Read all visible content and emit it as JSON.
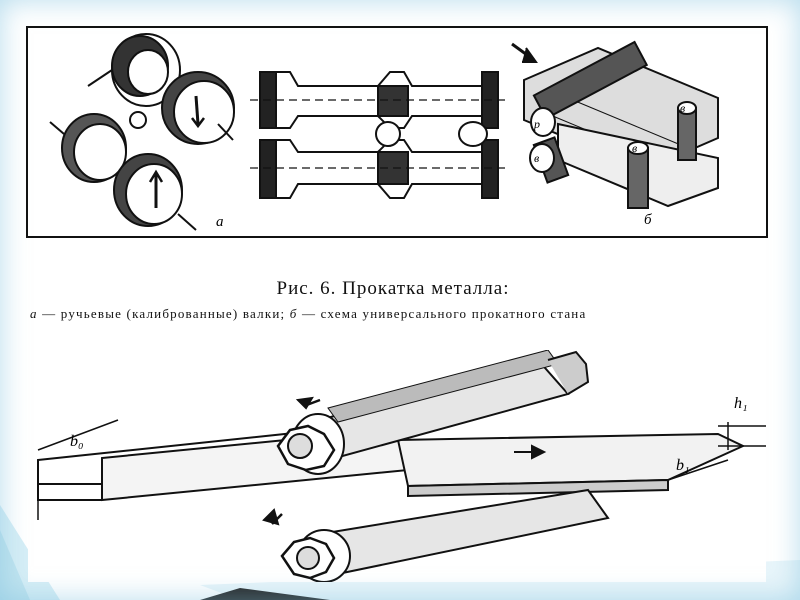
{
  "caption": {
    "title": "Рис. 6. Прокатка металла:",
    "label_a": "а",
    "desc_a": " — ручьевые (калиброванные) валки; ",
    "label_b": "б",
    "desc_b": " — схема универсального прокатного стана"
  },
  "labels": {
    "fig_a": "а",
    "fig_b": "б",
    "roll_v": "в",
    "roll_r": "р",
    "dim_b0": "b₀",
    "dim_b1": "b₁",
    "dim_h1": "h₁"
  },
  "colors": {
    "ink": "#111111",
    "edge_glow": "#78bedc",
    "stripe": "#bfe3ef"
  }
}
